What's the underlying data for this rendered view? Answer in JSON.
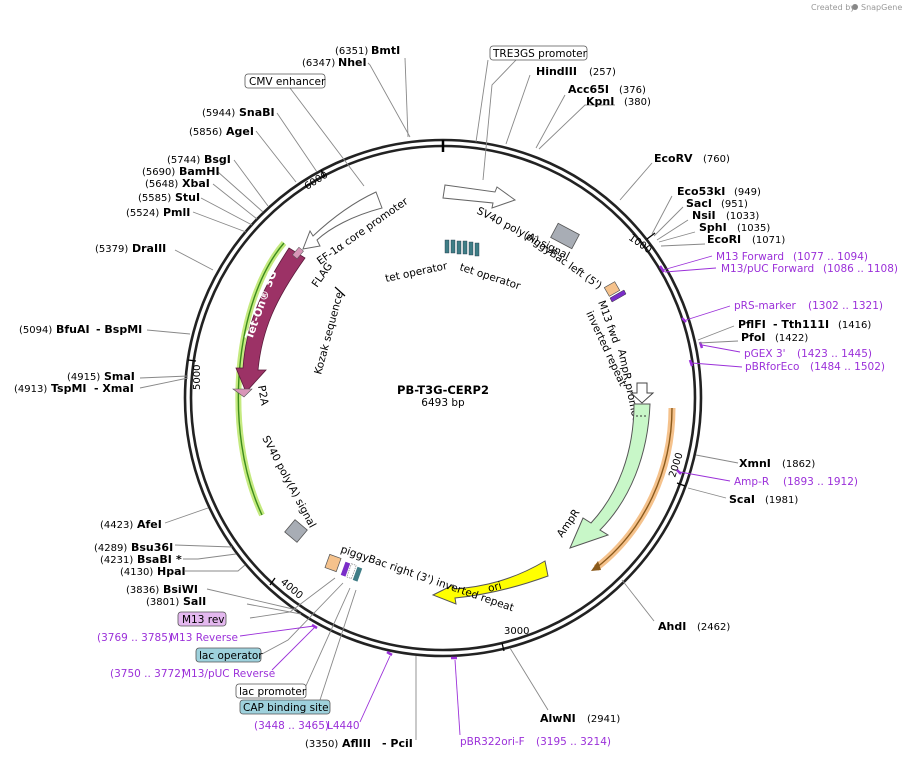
{
  "credit": "Created by",
  "brand": "SnapGene",
  "plasmid": {
    "name": "PB-T3G-CERP2",
    "size": "6493 bp"
  },
  "ticks": [
    "1000",
    "2000",
    "3000",
    "4000",
    "5000",
    "6000"
  ],
  "sites": [
    {
      "pos": "(6351)",
      "name": "BmtI"
    },
    {
      "pos": "(6347)",
      "name": "NheI"
    },
    {
      "pos": "(5944)",
      "name": "SnaBI"
    },
    {
      "pos": "(5856)",
      "name": "AgeI"
    },
    {
      "pos": "(5744)",
      "name": "BsgI"
    },
    {
      "pos": "(5690)",
      "name": "BamHI"
    },
    {
      "pos": "(5648)",
      "name": "XbaI"
    },
    {
      "pos": "(5585)",
      "name": "StuI"
    },
    {
      "pos": "(5524)",
      "name": "PmlI"
    },
    {
      "pos": "(5379)",
      "name": "DraIII"
    },
    {
      "pos": "(5094)",
      "name": "BfuAI",
      "alt": "- BspMI"
    },
    {
      "pos": "(4915)",
      "name": "SmaI"
    },
    {
      "pos": "(4913)",
      "name": "TspMI",
      "alt": "- XmaI"
    },
    {
      "pos": "(4423)",
      "name": "AfeI"
    },
    {
      "pos": "(4289)",
      "name": "Bsu36I"
    },
    {
      "pos": "(4231)",
      "name": "BsaBI",
      "alt": "*"
    },
    {
      "pos": "(4130)",
      "name": "HpaI"
    },
    {
      "pos": "(3836)",
      "name": "BsiWI"
    },
    {
      "pos": "(3801)",
      "name": "SalI"
    },
    {
      "pos": "(3350)",
      "name": "AflIII",
      "alt": "- PciI"
    },
    {
      "pos": "(2941)",
      "name": "AlwNI"
    },
    {
      "pos": "(2462)",
      "name": "AhdI"
    },
    {
      "pos": "(1981)",
      "name": "ScaI"
    },
    {
      "pos": "(1862)",
      "name": "XmnI"
    },
    {
      "pos": "(1422)",
      "name": "PfoI"
    },
    {
      "pos": "(1416)",
      "name": "PflFI",
      "alt": "- Tth111I"
    },
    {
      "pos": "(1071)",
      "name": "EcoRI"
    },
    {
      "pos": "(1035)",
      "name": "SphI"
    },
    {
      "pos": "(1033)",
      "name": "NsiI"
    },
    {
      "pos": "(951)",
      "name": "SacI"
    },
    {
      "pos": "(949)",
      "name": "Eco53kI"
    },
    {
      "pos": "(760)",
      "name": "EcoRV"
    },
    {
      "pos": "(380)",
      "name": "KpnI"
    },
    {
      "pos": "(376)",
      "name": "Acc65I"
    },
    {
      "pos": "(257)",
      "name": "HindIII"
    }
  ],
  "primers": [
    {
      "name": "M13 Forward",
      "range": "(1077 .. 1094)"
    },
    {
      "name": "M13/pUC Forward",
      "range": "(1086 .. 1108)"
    },
    {
      "name": "pRS-marker",
      "range": "(1302 .. 1321)"
    },
    {
      "name": "pGEX 3'",
      "range": "(1423 .. 1445)"
    },
    {
      "name": "pBRforEco",
      "range": "(1484 .. 1502)"
    },
    {
      "name": "Amp-R",
      "range": "(1893 .. 1912)"
    },
    {
      "name": "pBR322ori-F",
      "range": "(3195 .. 3214)"
    },
    {
      "name": "L4440",
      "range": "(3448 .. 3465)"
    },
    {
      "name": "M13/pUC Reverse",
      "range": "(3750 .. 3772)"
    },
    {
      "name": "M13 Reverse",
      "range": "(3769 .. 3785)"
    }
  ],
  "boxed_features": [
    {
      "name": "TRE3GS promoter",
      "color": "#ffffff"
    },
    {
      "name": "CMV enhancer",
      "color": "#ffffff"
    },
    {
      "name": "M13 rev",
      "color": "#e4b8ef"
    },
    {
      "name": "lac operator",
      "color": "#9ed1dc"
    },
    {
      "name": "lac promoter",
      "color": "#ffffff"
    },
    {
      "name": "CAP binding site",
      "color": "#9ed1dc"
    }
  ],
  "features": {
    "sv40_top": "SV40 poly(A) signal",
    "pb_left_1": "piggyBac left (5')",
    "pb_left_2": "inverted repeat",
    "m13_fwd": "M13 fwd",
    "ampr_promoter": "AmpR promoter",
    "ampr": "AmpR",
    "ori": "ori",
    "pb_right": "piggyBac right (3') inverted repeat",
    "sv40_left": "SV40 poly(A) signal",
    "p2a": "P2A",
    "kozak": "Kozak sequence",
    "flag": "FLAG",
    "ef1a": "EF-1α core promoter",
    "teton": "Tet-On® 3G",
    "tetop1": "tet operator",
    "tetop2": "tet operator"
  },
  "colors": {
    "teton": "#9c3266",
    "ampr": "#c8f7c8",
    "ori": "#ffff00",
    "grey_box": "#a8adb5",
    "primer": "#9b30d9",
    "tetop": "#3f7d86",
    "peach": "#f5c28c"
  }
}
